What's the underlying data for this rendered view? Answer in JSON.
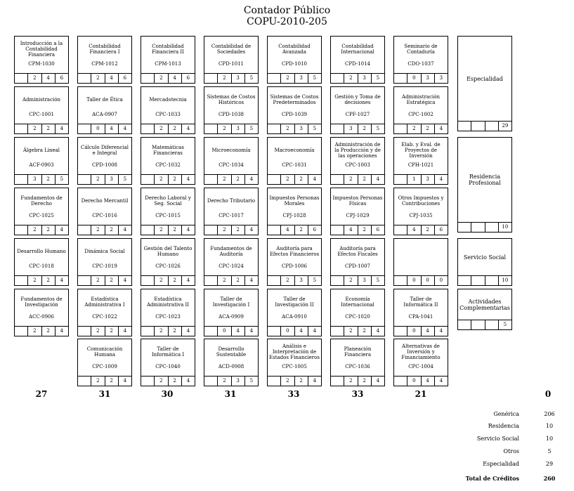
{
  "header": {
    "title": "Contador Público",
    "subtitle": "COPU-2010-205"
  },
  "columns": [
    {
      "courses": [
        {
          "name": "Introducción a la Contabilidad Financiera",
          "code": "CPM-1030",
          "c": [
            "",
            "2",
            "4",
            "6"
          ]
        },
        {
          "name": "Administración",
          "code": "CPC-1001",
          "c": [
            "",
            "2",
            "2",
            "4"
          ]
        },
        {
          "name": "Álgebra Lineal",
          "code": "ACF-0903",
          "c": [
            "",
            "3",
            "2",
            "5"
          ]
        },
        {
          "name": "Fundamentos de Derecho",
          "code": "CPC-1025",
          "c": [
            "",
            "2",
            "2",
            "4"
          ]
        },
        {
          "name": "Desarrollo Humano",
          "code": "CPC-1018",
          "c": [
            "",
            "2",
            "2",
            "4"
          ]
        },
        {
          "name": "Fundamentos de Investigación",
          "code": "ACC-0906",
          "c": [
            "",
            "2",
            "2",
            "4"
          ]
        }
      ]
    },
    {
      "courses": [
        {
          "name": "Contabilidad Financiera I",
          "code": "CPM-1012",
          "c": [
            "",
            "2",
            "4",
            "6"
          ]
        },
        {
          "name": "Taller de Ética",
          "code": "ACA-0907",
          "c": [
            "",
            "0",
            "4",
            "4"
          ]
        },
        {
          "name": "Cálculo Diferencial e Integral",
          "code": "CPD-1008",
          "c": [
            "",
            "2",
            "3",
            "5"
          ]
        },
        {
          "name": "Derecho Mercantil",
          "code": "CPC-1016",
          "c": [
            "",
            "2",
            "2",
            "4"
          ]
        },
        {
          "name": "Dinámica Social",
          "code": "CPC-1019",
          "c": [
            "",
            "2",
            "2",
            "4"
          ]
        },
        {
          "name": "Estadística Administrativa I",
          "code": "CPC-1022",
          "c": [
            "",
            "2",
            "2",
            "4"
          ]
        },
        {
          "name": "Comunicación Humana",
          "code": "CPC-1009",
          "c": [
            "",
            "2",
            "2",
            "4"
          ]
        }
      ]
    },
    {
      "courses": [
        {
          "name": "Contabilidad Financiera II",
          "code": "CPM-1013",
          "c": [
            "",
            "2",
            "4",
            "6"
          ]
        },
        {
          "name": "Mercadotecnia",
          "code": "CPC-1033",
          "c": [
            "",
            "2",
            "2",
            "4"
          ]
        },
        {
          "name": "Matemáticas Financieras",
          "code": "CPC-1032",
          "c": [
            "",
            "2",
            "2",
            "4"
          ]
        },
        {
          "name": "Derecho Laboral y Seg. Social",
          "code": "CPC-1015",
          "c": [
            "",
            "2",
            "2",
            "4"
          ]
        },
        {
          "name": "Gestión del Talento Humano",
          "code": "CPC-1026",
          "c": [
            "",
            "2",
            "2",
            "4"
          ]
        },
        {
          "name": "Estadística Administrativa II",
          "code": "CPC-1023",
          "c": [
            "",
            "2",
            "2",
            "4"
          ]
        },
        {
          "name": "Taller de Informática I",
          "code": "CPC-1040",
          "c": [
            "",
            "2",
            "2",
            "4"
          ]
        }
      ]
    },
    {
      "courses": [
        {
          "name": "Contabilidad de Sociedades",
          "code": "CPD-1011",
          "c": [
            "",
            "2",
            "3",
            "5"
          ]
        },
        {
          "name": "Sistemas de Costos Históricos",
          "code": "CPD-1038",
          "c": [
            "",
            "2",
            "3",
            "5"
          ]
        },
        {
          "name": "Microeconomía",
          "code": "CPC-1034",
          "c": [
            "",
            "2",
            "2",
            "4"
          ]
        },
        {
          "name": "Derecho Tributario",
          "code": "CPC-1017",
          "c": [
            "",
            "2",
            "2",
            "4"
          ]
        },
        {
          "name": "Fundamentos de Auditoría",
          "code": "CPC-1024",
          "c": [
            "",
            "2",
            "2",
            "4"
          ]
        },
        {
          "name": "Taller de Investigación I",
          "code": "ACA-0909",
          "c": [
            "",
            "0",
            "4",
            "4"
          ]
        },
        {
          "name": "Desarrollo Sustentable",
          "code": "ACD-0908",
          "c": [
            "",
            "2",
            "3",
            "5"
          ]
        }
      ]
    },
    {
      "courses": [
        {
          "name": "Contabilidad Avanzada",
          "code": "CPD-1010",
          "c": [
            "",
            "2",
            "3",
            "5"
          ]
        },
        {
          "name": "Sistemas de Costos Predeterminados",
          "code": "CPD-1039",
          "c": [
            "",
            "2",
            "3",
            "5"
          ]
        },
        {
          "name": "Macroeconomía",
          "code": "CPC-1031",
          "c": [
            "",
            "2",
            "2",
            "4"
          ]
        },
        {
          "name": "Impuestos Personas Morales",
          "code": "CPJ-1028",
          "c": [
            "",
            "4",
            "2",
            "6"
          ]
        },
        {
          "name": "Auditoría para Efectos Financieros",
          "code": "CPD-1006",
          "c": [
            "",
            "2",
            "3",
            "5"
          ]
        },
        {
          "name": "Taller de Investigación II",
          "code": "ACA-0910",
          "c": [
            "",
            "0",
            "4",
            "4"
          ]
        },
        {
          "name": "Análisis e Interpretación de Estados Financieros",
          "code": "CPC-1005",
          "c": [
            "",
            "2",
            "2",
            "4"
          ]
        }
      ]
    },
    {
      "courses": [
        {
          "name": "Contabilidad Internacional",
          "code": "CPD-1014",
          "c": [
            "",
            "2",
            "3",
            "5"
          ]
        },
        {
          "name": "Gestión y Toma de decisiones",
          "code": "CPF-1027",
          "c": [
            "",
            "3",
            "2",
            "5"
          ]
        },
        {
          "name": "Administración de la Producción y de las operaciones",
          "code": "CPC-1003",
          "c": [
            "",
            "2",
            "2",
            "4"
          ]
        },
        {
          "name": "Impuestos Personas Físicas",
          "code": "CPJ-1029",
          "c": [
            "",
            "4",
            "2",
            "6"
          ]
        },
        {
          "name": "Auditoría para Efectos Fiscales",
          "code": "CPD-1007",
          "c": [
            "",
            "2",
            "3",
            "5"
          ]
        },
        {
          "name": "Economía Internacional",
          "code": "CPC-1020",
          "c": [
            "",
            "2",
            "2",
            "4"
          ]
        },
        {
          "name": "Planeación Financiera",
          "code": "CPC-1036",
          "c": [
            "",
            "2",
            "2",
            "4"
          ]
        }
      ]
    },
    {
      "courses": [
        {
          "name": "Seminario de Contaduría",
          "code": "CDO-1037",
          "c": [
            "",
            "0",
            "3",
            "3"
          ]
        },
        {
          "name": "Administración Estratégica",
          "code": "CPC-1002",
          "c": [
            "",
            "2",
            "2",
            "4"
          ]
        },
        {
          "name": "Elab. y Eval. de Proyectos de Inversión",
          "code": "CPH-1021",
          "c": [
            "",
            "1",
            "3",
            "4"
          ]
        },
        {
          "name": "Otros Impuestos y Contribuciones",
          "code": "CPJ-1035",
          "c": [
            "",
            "4",
            "2",
            "6"
          ]
        },
        {
          "name": "",
          "code": "",
          "c": [
            "",
            "0",
            "0",
            "0"
          ]
        },
        {
          "name": "Taller de Informática II",
          "code": "CPA-1041",
          "c": [
            "",
            "0",
            "4",
            "4"
          ]
        },
        {
          "name": "Alternativas de Inversión y Financiamiento",
          "code": "CPC-1004",
          "c": [
            "",
            "0",
            "4",
            "4"
          ]
        }
      ]
    }
  ],
  "right_blocks": [
    {
      "name": "Especialidad",
      "credits": "29"
    },
    {
      "name": "Residencia Profesional",
      "credits": "10"
    },
    {
      "name": "Servicio Social",
      "credits": "10"
    },
    {
      "name": "Actividades Complementarias",
      "credits": "5"
    }
  ],
  "semester_totals": [
    "27",
    "31",
    "30",
    "31",
    "33",
    "33",
    "21",
    "0"
  ],
  "summary": [
    {
      "label": "Genérica",
      "value": "206"
    },
    {
      "label": "Residencia",
      "value": "10"
    },
    {
      "label": "Servicio Social",
      "value": "10"
    },
    {
      "label": "Otros",
      "value": "5"
    },
    {
      "label": "Especialidad",
      "value": "29"
    },
    {
      "label": "Total de Créditos",
      "value": "260"
    }
  ]
}
